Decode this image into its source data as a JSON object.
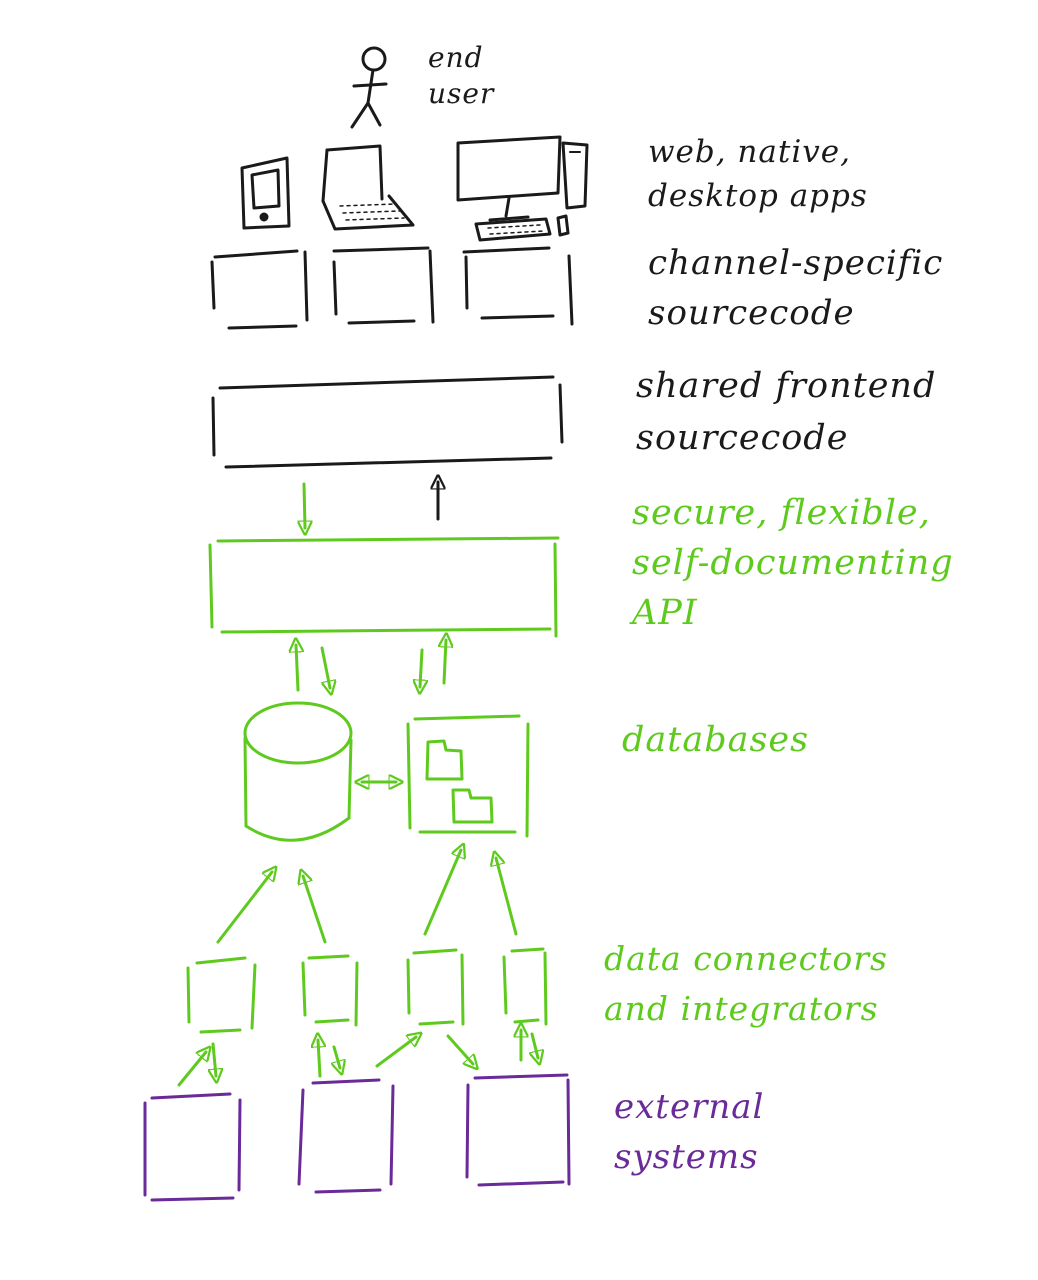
{
  "colors": {
    "black_ink": "#1a1a1a",
    "green_ink": "#5fca1e",
    "purple_ink": "#6a2a98",
    "background": "#ffffff"
  },
  "labels": {
    "end_user": "end\nuser",
    "apps": "web, native,\ndesktop apps",
    "channel_code": "channel-specific\nsourcecode",
    "shared_frontend": "shared frontend\nsourcecode",
    "api": "secure, flexible,\nself-documenting\nAPI",
    "databases": "databases",
    "connectors": "data connectors\nand integrators",
    "external": "external\nsystems"
  },
  "icons": {
    "user": "stick-figure-icon",
    "tablet": "tablet-icon",
    "laptop": "laptop-icon",
    "desktop": "desktop-computer-icon",
    "database": "database-cylinder-icon",
    "files": "file-folder-icon"
  }
}
